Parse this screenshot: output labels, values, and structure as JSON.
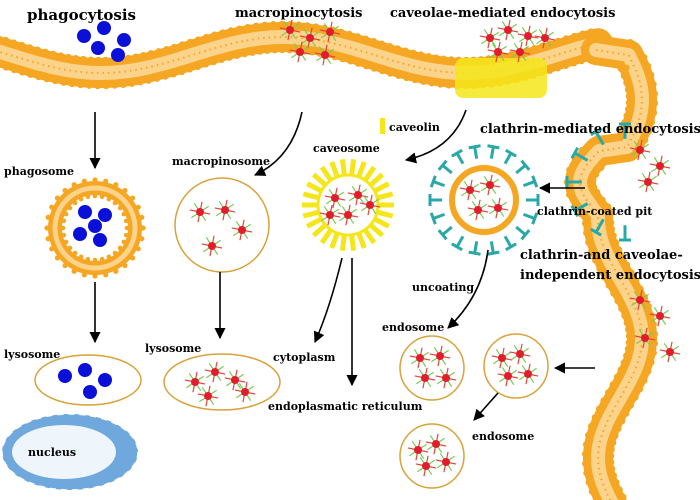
{
  "labels": {
    "phagocytosis": "phagocytosis",
    "macropinocytosis": "macropinocytosis",
    "caveolae": "caveolae-mediated endocytosis",
    "caveolin": "caveolin",
    "clathrin_mediated": "clathrin-mediated endocytosis",
    "phagosome": "phagosome",
    "macropinosome": "macropinosome",
    "caveosome": "caveosome",
    "clathrin_coated_pit": "clathrin-coated pit",
    "independent_line1": "clathrin-and caveolae-",
    "independent_line2": "independent  endocytosis",
    "uncoating": "uncoating",
    "endosome_1": "endosome",
    "endosome_2": "endosome",
    "lysosome_1": "lysosome",
    "lysosome_2": "lysosome",
    "cytoplasm": "cytoplasm",
    "er": "endoplasmatic reticulum",
    "nucleus": "nucleus"
  },
  "colors": {
    "membrane": "#F5A623",
    "membrane_light": "#FBD38A",
    "caveolin": "#F5E61A",
    "clathrin": "#2AA8A8",
    "particle_red": "#E11D2B",
    "particle_spike_red": "#E0443A",
    "particle_spike_green": "#7CCB52",
    "bead_blue": "#0A10D8",
    "nucleus_outer": "#6FA8DC",
    "nucleus_inner": "#EEF5FB",
    "vesicle_outline": "#D9A23A"
  }
}
